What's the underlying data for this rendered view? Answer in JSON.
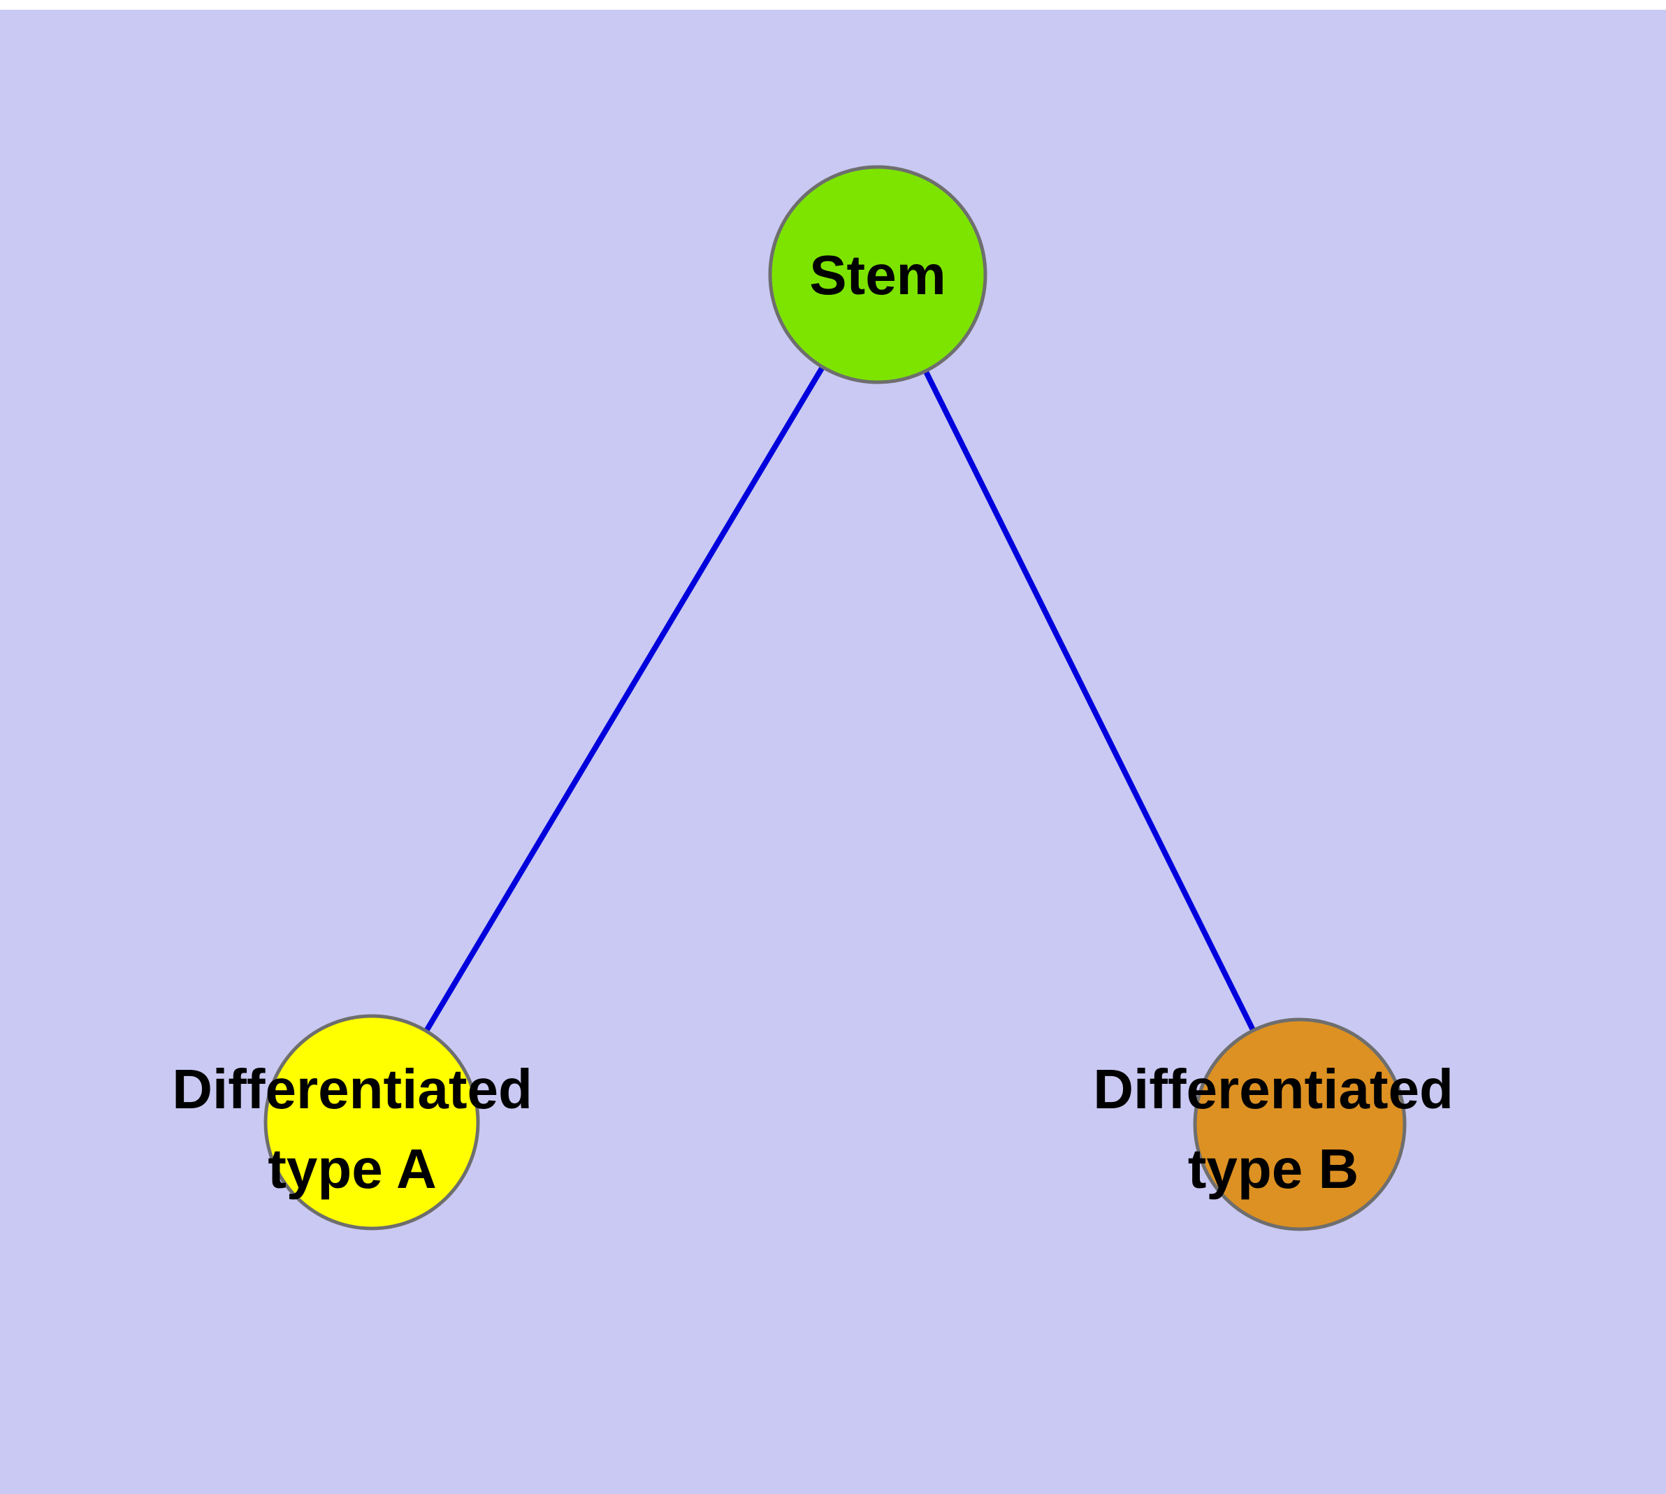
{
  "diagram": {
    "background_color": "#c9c9f3",
    "edge_color": "#0000dd",
    "node_border_color": "#6e6e6e",
    "label_color": "#000000",
    "nodes": {
      "stem": {
        "label": "Stem",
        "color": "#7de400"
      },
      "type_a": {
        "label_line1": "Differentiated",
        "label_line2": "type A",
        "color": "#ffff00"
      },
      "type_b": {
        "label_line1": "Differentiated",
        "label_line2": "type B",
        "color": "#dd9122"
      }
    },
    "edges": [
      {
        "from": "stem",
        "to": "type_a"
      },
      {
        "from": "stem",
        "to": "type_b"
      }
    ]
  }
}
